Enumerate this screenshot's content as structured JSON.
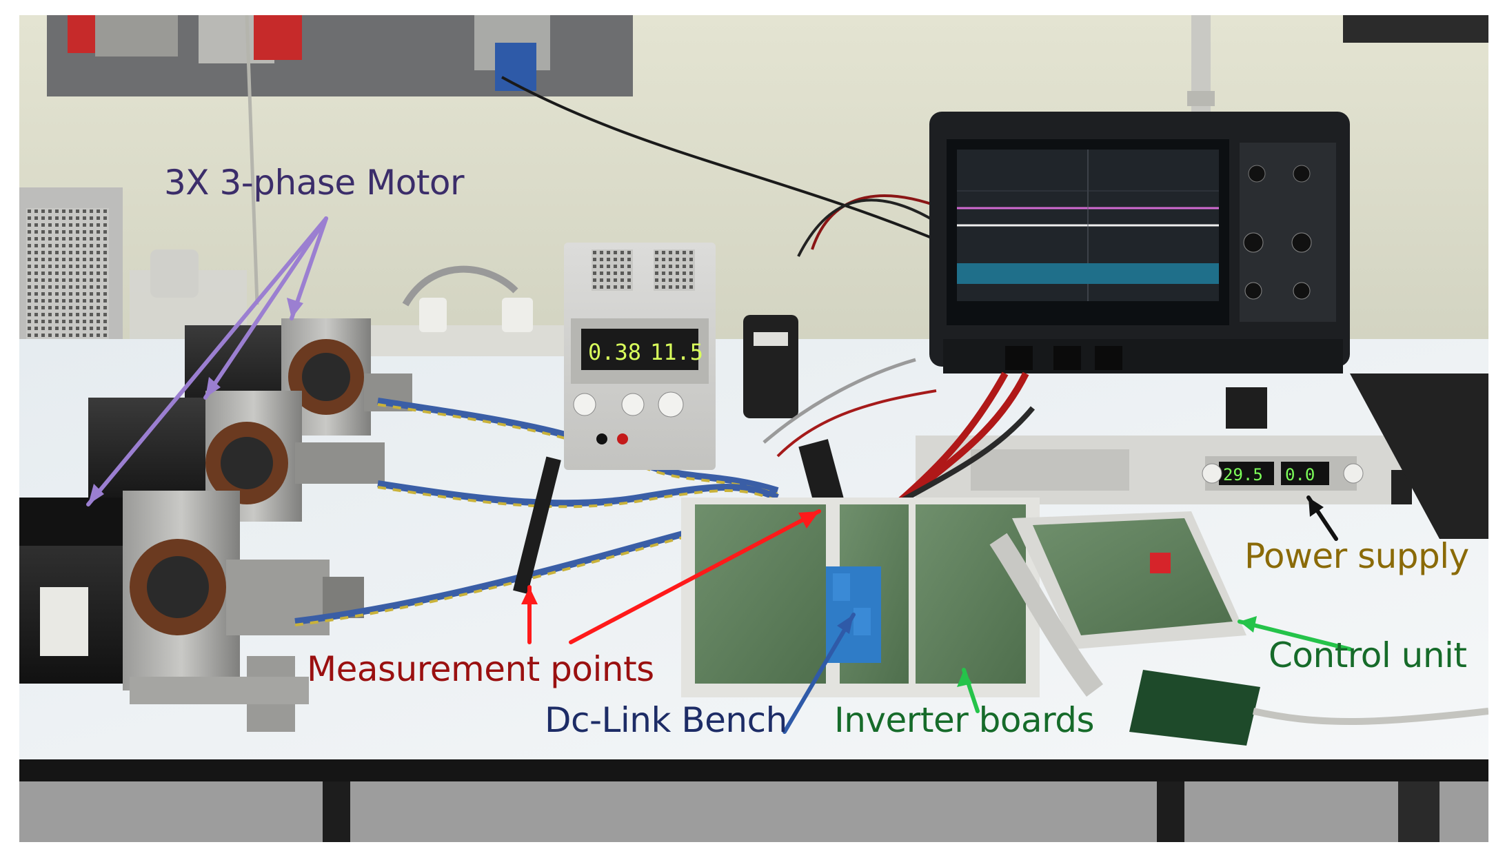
{
  "labels": {
    "motor": "3X 3-phase Motor",
    "measurement": "Measurement points",
    "dclink": "Dc-Link Bench",
    "inverter": "Inverter boards",
    "power": "Power supply",
    "control": "Control unit"
  },
  "displays": {
    "psu_volts": "0.38",
    "psu_amps": "11.5",
    "rack_left": "29.5",
    "rack_right": "0.0"
  },
  "colors": {
    "motor_label": "#3b2d6a",
    "motor_arrow": "#9b7fd1",
    "measurement_label": "#9a1010",
    "measurement_arrow": "#ff1a1a",
    "dclink_label": "#1d2c66",
    "dclink_arrow": "#2f5aa8",
    "inverter_label": "#166b2a",
    "inverter_arrow": "#25c34a",
    "power_label": "#8a6a08",
    "power_arrow": "#111111",
    "control_label": "#166b2a",
    "control_arrow": "#25c34a"
  }
}
